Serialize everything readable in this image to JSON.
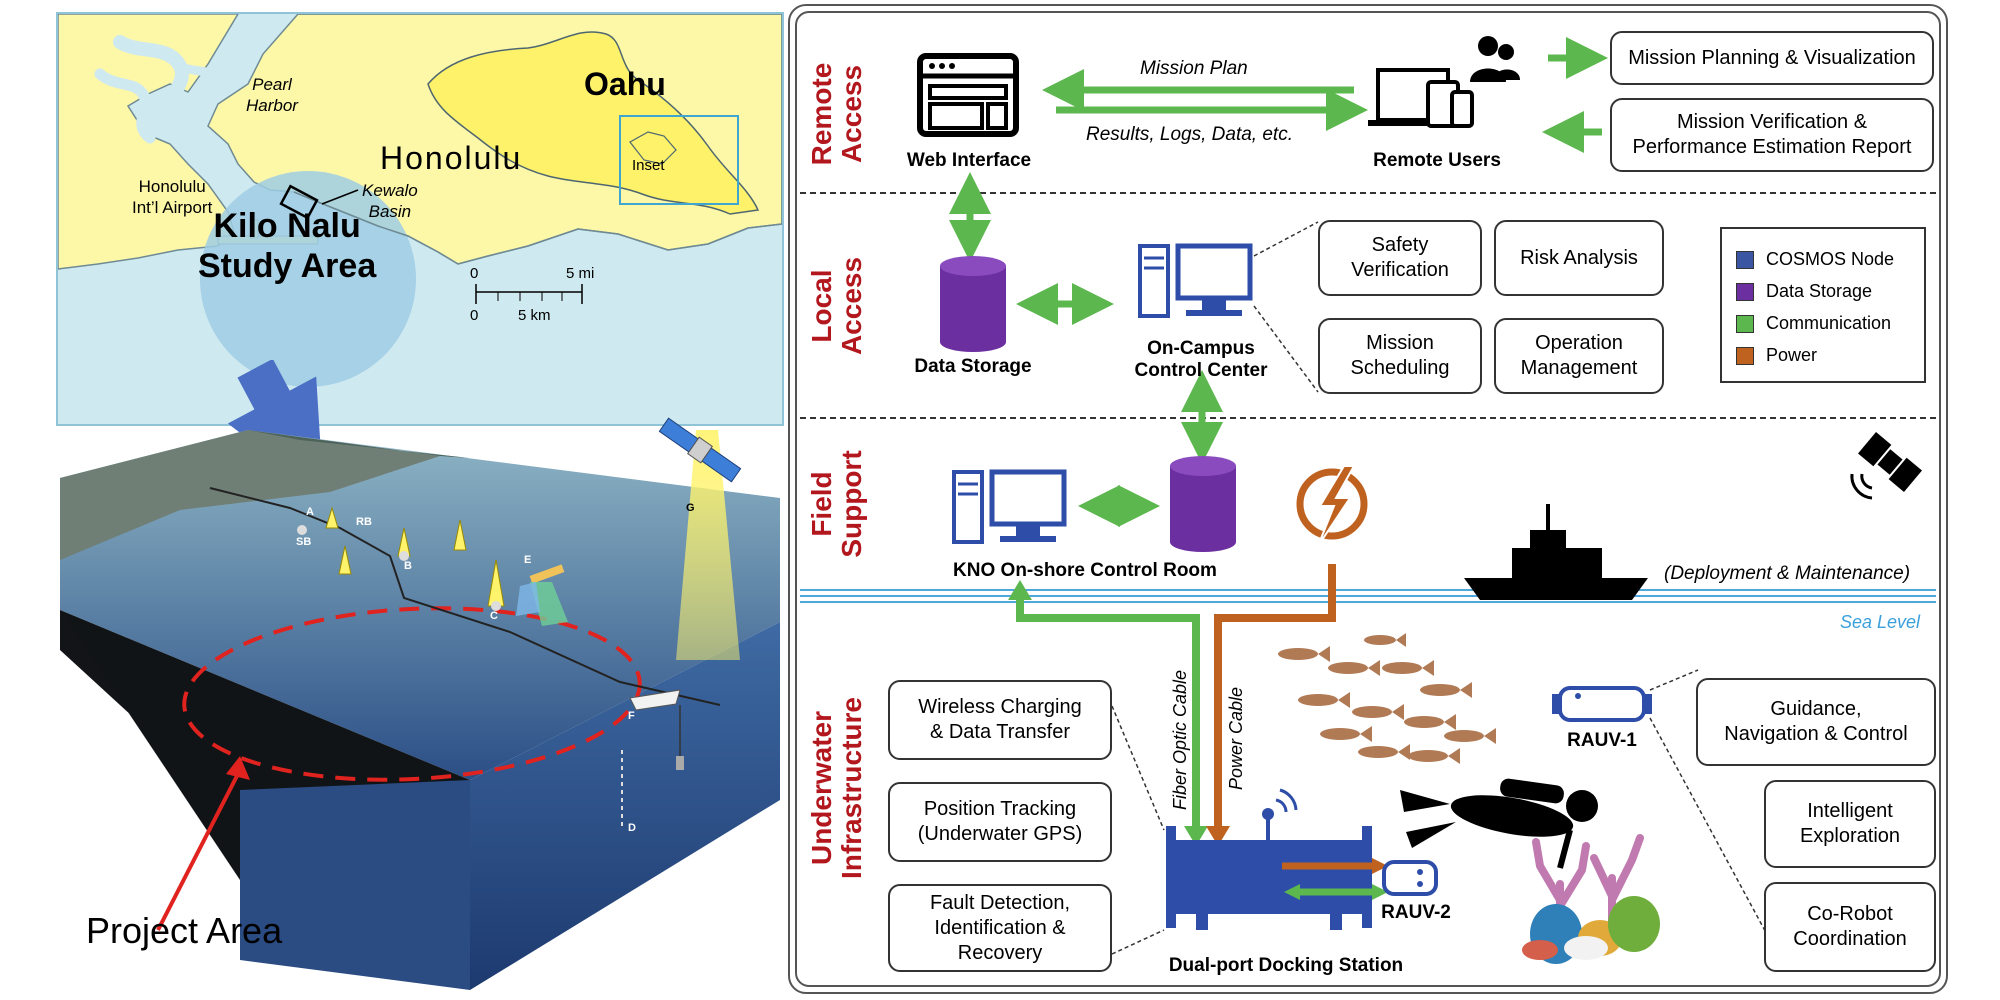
{
  "map": {
    "island": "Oahu",
    "city": "Honolulu",
    "harbor": "Pearl\nHarbor",
    "airport": "Honolulu\nInt’l Airport",
    "basin": "Kewalo\nBasin",
    "study_area": "Kilo Nalu\nStudy Area",
    "inset": "Inset",
    "scale_top": [
      "0",
      "5 mi"
    ],
    "scale_bottom": [
      "0",
      "5 km"
    ],
    "colors": {
      "land": "#fdf7a8",
      "water": "#cfe9f1",
      "study_circle": "#9fcde4"
    }
  },
  "scene": {
    "project_label": "Project Area",
    "node_letters": [
      "A",
      "RB",
      "SB",
      "B",
      "C",
      "D",
      "E",
      "F",
      "G"
    ],
    "colors": {
      "outline": "#e0231f",
      "arrow": "#4a6fc4",
      "pointer": "#e0231f",
      "beam": "#fff36b"
    }
  },
  "framework": {
    "sections": {
      "remote": "Remote\nAccess",
      "local": "Local\nAccess",
      "field": "Field\nSupport",
      "underwater": "Underwater\nInfrastructure"
    },
    "remote": {
      "web_interface": "Web Interface",
      "remote_users": "Remote Users",
      "mission_plan": "Mission Plan",
      "results": "Results, Logs, Data, etc.",
      "box_planning": "Mission Planning & Visualization",
      "box_verification": "Mission Verification &\nPerformance Estimation Report"
    },
    "local": {
      "data_storage": "Data Storage",
      "control_center": "On-Campus\nControl Center",
      "box_safety": "Safety\nVerification",
      "box_risk": "Risk Analysis",
      "box_scheduling": "Mission\nScheduling",
      "box_operation": "Operation\nManagement"
    },
    "legend": [
      {
        "label": "COSMOS Node",
        "color": "#3a56a3"
      },
      {
        "label": "Data Storage",
        "color": "#6b2fa0"
      },
      {
        "label": "Communication",
        "color": "#5cb84e"
      },
      {
        "label": "Power",
        "color": "#c0621f"
      }
    ],
    "field": {
      "control_room": "KNO On-shore Control Room",
      "deployment": "(Deployment & Maintenance)",
      "sea_level": "Sea Level"
    },
    "underwater": {
      "fiber": "Fiber Optic Cable",
      "power": "Power Cable",
      "box_wireless": "Wireless Charging\n& Data Transfer",
      "box_position": "Position Tracking\n(Underwater GPS)",
      "box_fault": "Fault Detection,\nIdentification &\nRecovery",
      "docking": "Dual-port Docking Station",
      "rauv1": "RAUV-1",
      "rauv2": "RAUV-2",
      "box_guidance": "Guidance,\nNavigation & Control",
      "box_exploration": "Intelligent\nExploration",
      "box_corobot": "Co-Robot\nCoordination"
    },
    "colors": {
      "section_title": "#b3171e",
      "comm_arrow": "#5cb84e",
      "power_line": "#c0621f",
      "node_blue": "#2d4da8",
      "storage_purple": "#6b2fa0",
      "fish": "#b07a55",
      "sea_line": "#4fa7dd"
    }
  }
}
